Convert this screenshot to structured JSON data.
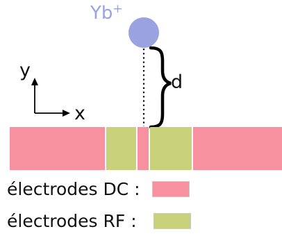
{
  "ion": {
    "label_base": "Yb",
    "label_sup": "+",
    "color": "#9aa3e0"
  },
  "distance_label": "d",
  "axes": {
    "y_label": "y",
    "x_label": "x"
  },
  "electrodes": {
    "dc_color": "#f7909f",
    "rf_color": "#c9d17a"
  },
  "legend": {
    "dc": {
      "label": "électrodes DC :",
      "color": "#f7909f"
    },
    "rf": {
      "label": "électrodes RF :",
      "color": "#c9d17a"
    }
  }
}
